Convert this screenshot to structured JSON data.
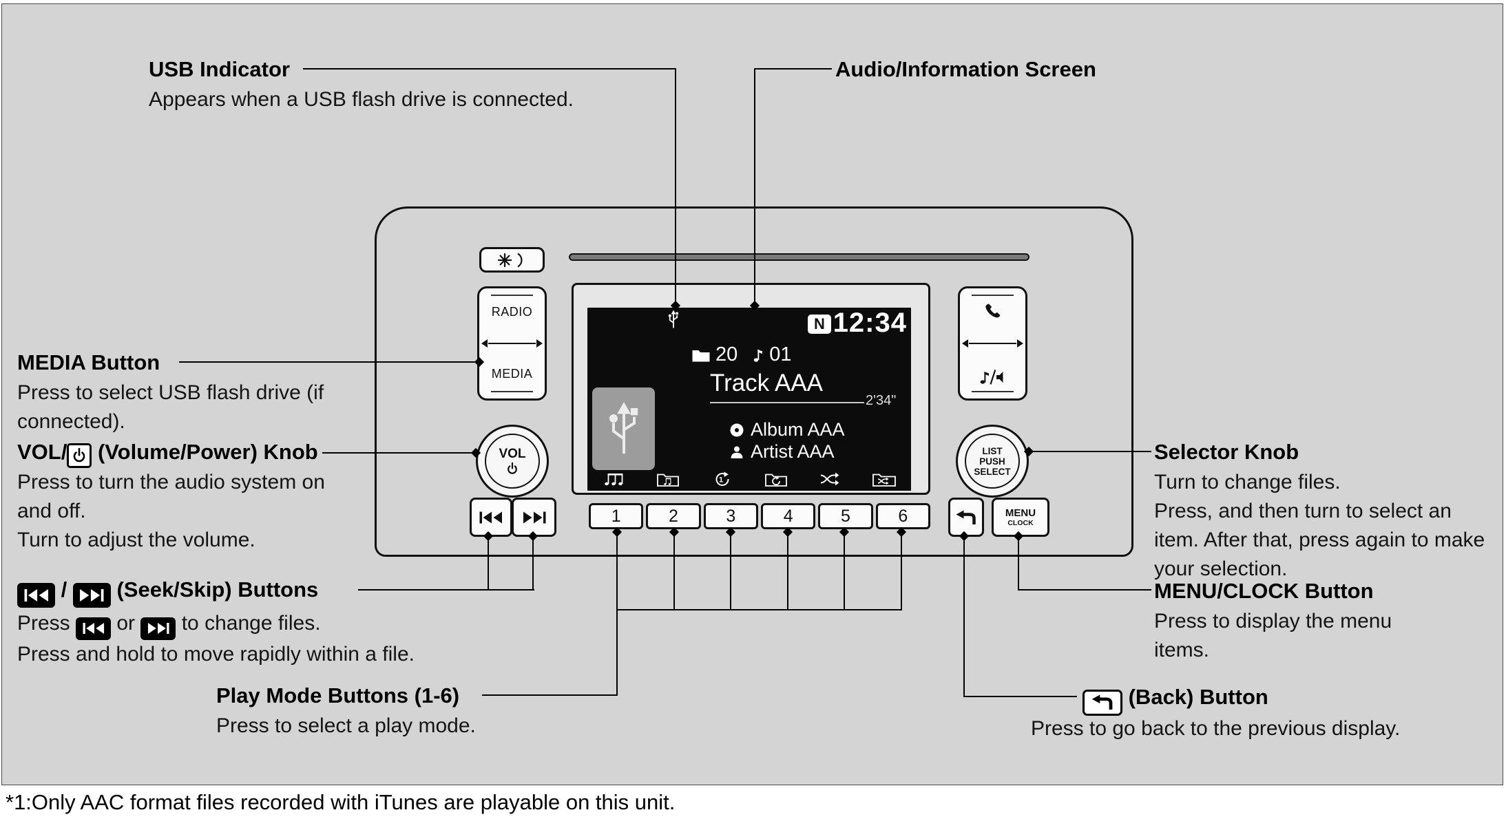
{
  "colors": {
    "page_bg": "#d4d4d4",
    "screen_bg": "#0c0c0c",
    "screen_text": "#ffffff",
    "line": "#000000",
    "button_bg": "#fbfbfb"
  },
  "footnote": "*1:Only AAC format files recorded with iTunes are playable on this unit.",
  "callouts": {
    "usb_indicator": {
      "title": "USB Indicator",
      "desc": "Appears when a USB flash drive is connected."
    },
    "audio_screen": {
      "title": "Audio/Information Screen"
    },
    "media_button": {
      "title": "MEDIA Button",
      "desc": "Press to select USB flash drive (if connected)."
    },
    "volume_knob": {
      "title_pre": "VOL/",
      "title_post": " (Volume/Power) Knob",
      "desc1": "Press to turn the audio system on and off.",
      "desc2": "Turn to adjust the volume."
    },
    "seek_buttons": {
      "sep": " / ",
      "title_post": " (Seek/Skip) Buttons",
      "desc1_pre": "Press ",
      "desc1_mid": " or ",
      "desc1_post": " to change files.",
      "desc2": "Press and hold to move rapidly within a file."
    },
    "play_mode": {
      "title": "Play Mode Buttons (1-6)",
      "desc": "Press to select a play mode."
    },
    "selector_knob": {
      "title": "Selector Knob",
      "desc1": "Turn to change files.",
      "desc2": "Press, and then turn to select an item. After that, press again to make your selection."
    },
    "menu_clock": {
      "title": "MENU/CLOCK Button",
      "desc": "Press to display the menu items."
    },
    "back_button": {
      "title_post": " (Back) Button",
      "desc": "Press to go back to the previous display."
    }
  },
  "unit": {
    "radio_label": "RADIO",
    "media_label": "MEDIA",
    "vol_label": "VOL",
    "selector_lines": [
      "LIST",
      "PUSH",
      "SELECT"
    ],
    "menu_label": "MENU",
    "clock_label": "CLOCK",
    "preset_labels": [
      "1",
      "2",
      "3",
      "4",
      "5",
      "6"
    ]
  },
  "screen": {
    "status_badge": "N",
    "clock": "12:34",
    "folder_number": "20",
    "file_number": "01",
    "track_title": "Track AAA",
    "elapsed_time": "2'34\"",
    "album": "Album AAA",
    "artist": "Artist AAA"
  }
}
